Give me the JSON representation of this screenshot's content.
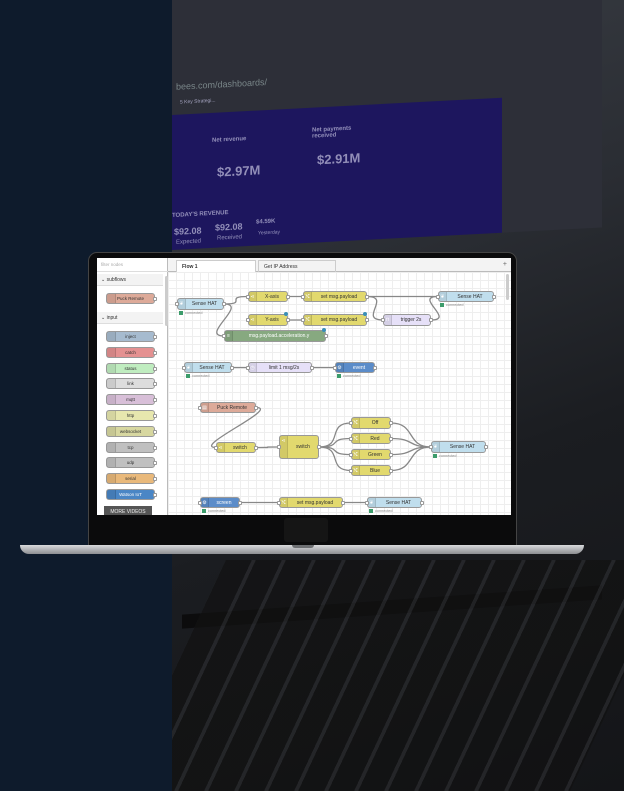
{
  "background": {
    "url_fragment": "bees.com/dashboards/",
    "tab_1": "5 Key Strategi...",
    "cards": [
      {
        "label": "Net revenue",
        "value": "$2.97M"
      },
      {
        "label": "Net payments received",
        "value": "$2.91M"
      }
    ],
    "todays_revenue_label": "TODAY'S REVENUE",
    "today": [
      {
        "value": "$92.08",
        "label": "Expected"
      },
      {
        "value": "$92.08",
        "label": "Received"
      },
      {
        "value": "$4.59K",
        "label": "Yesterday"
      }
    ]
  },
  "editor": {
    "filter_placeholder": "filter nodes",
    "palette": {
      "subflows_label": "subflows",
      "subflows": [
        {
          "label": "Puck Remote",
          "color": "#ddaa99"
        }
      ],
      "input_label": "input",
      "input_nodes": [
        {
          "label": "inject",
          "color": "#a6bbcf"
        },
        {
          "label": "catch",
          "color": "#e49191"
        },
        {
          "label": "status",
          "color": "#c0edc0"
        },
        {
          "label": "link",
          "color": "#dddddd"
        },
        {
          "label": "mqtt",
          "color": "#d8bfd8"
        },
        {
          "label": "http",
          "color": "#e7e7ae"
        },
        {
          "label": "websocket",
          "color": "#d7d7a0"
        },
        {
          "label": "tcp",
          "color": "#c0c0c0"
        },
        {
          "label": "udp",
          "color": "#c0c0c0"
        },
        {
          "label": "serial",
          "color": "#e9b97b"
        },
        {
          "label": "Watson IoT",
          "color": "#4a86c5"
        }
      ]
    },
    "more_videos": "MORE VIDEOS",
    "tabs": [
      {
        "label": "Flow 1",
        "active": true
      },
      {
        "label": "Get IP Address",
        "active": false
      }
    ],
    "add_tab": "+",
    "nodes": [
      {
        "id": "hat1",
        "label": "Sense HAT",
        "color": "#c0deed",
        "icon": "raspberry-icon",
        "status": "connected"
      },
      {
        "id": "xaxis",
        "label": "X-axis",
        "color": "#e2d96e",
        "icon": "switch-icon"
      },
      {
        "id": "set1",
        "label": "set msg.payload",
        "color": "#e2d96e",
        "icon": "change-icon"
      },
      {
        "id": "hatr",
        "label": "Sense HAT",
        "color": "#c0deed",
        "icon": "raspberry-icon",
        "status": "connected"
      },
      {
        "id": "yaxis",
        "label": "Y-axis",
        "color": "#e2d96e",
        "icon": "switch-icon",
        "changed": true
      },
      {
        "id": "set2",
        "label": "set msg.payload",
        "color": "#e2d96e",
        "icon": "change-icon",
        "changed": true
      },
      {
        "id": "trigger",
        "label": "trigger 2s",
        "color": "#e6e0f8",
        "icon": "trigger-icon"
      },
      {
        "id": "accel",
        "label": "msg.payload.acceleration.y",
        "color": "#87a980",
        "icon": "debug-icon",
        "changed": true
      },
      {
        "id": "hat2",
        "label": "Sense HAT",
        "color": "#c0deed",
        "icon": "raspberry-icon",
        "status": "connected"
      },
      {
        "id": "limit",
        "label": "limit 1 msg/2s",
        "color": "#e6e0f8",
        "icon": "timer-icon"
      },
      {
        "id": "event",
        "label": "event",
        "color": "#5b8cc9",
        "icon": "ibm-icon",
        "status": "connected"
      },
      {
        "id": "puck",
        "label": "Puck Remote",
        "color": "#ddaa99",
        "icon": "subflow-icon"
      },
      {
        "id": "sw1",
        "label": "switch",
        "color": "#e2d96e",
        "icon": "switch-icon"
      },
      {
        "id": "sw2",
        "label": "switch",
        "color": "#e2d96e",
        "icon": "switch-icon"
      },
      {
        "id": "off",
        "label": "Off",
        "color": "#e2d96e",
        "icon": "change-icon"
      },
      {
        "id": "red",
        "label": "Red",
        "color": "#e2d96e",
        "icon": "change-icon"
      },
      {
        "id": "green",
        "label": "Green",
        "color": "#e2d96e",
        "icon": "change-icon"
      },
      {
        "id": "blue",
        "label": "Blue",
        "color": "#e2d96e",
        "icon": "change-icon"
      },
      {
        "id": "hat3",
        "label": "Sense HAT",
        "color": "#c0deed",
        "icon": "raspberry-icon",
        "status": "connected"
      },
      {
        "id": "screen",
        "label": "screen",
        "color": "#5b8cc9",
        "icon": "ibm-icon",
        "status": "connected"
      },
      {
        "id": "set3",
        "label": "set msg.payload",
        "color": "#e2d96e",
        "icon": "change-icon"
      },
      {
        "id": "hat4",
        "label": "Sense HAT",
        "color": "#c0deed",
        "icon": "raspberry-icon",
        "status": "connected"
      }
    ],
    "wires": [
      [
        "hat1",
        "xaxis"
      ],
      [
        "hat1",
        "accel"
      ],
      [
        "xaxis",
        "set1"
      ],
      [
        "yaxis",
        "set2"
      ],
      [
        "set1",
        "hatr"
      ],
      [
        "set1",
        "trigger"
      ],
      [
        "trigger",
        "hatr"
      ],
      [
        "hat2",
        "limit"
      ],
      [
        "limit",
        "event"
      ],
      [
        "puck",
        "sw1"
      ],
      [
        "sw1",
        "sw2"
      ],
      [
        "sw2",
        "off"
      ],
      [
        "sw2",
        "red"
      ],
      [
        "sw2",
        "green"
      ],
      [
        "sw2",
        "blue"
      ],
      [
        "off",
        "hat3"
      ],
      [
        "red",
        "hat3"
      ],
      [
        "green",
        "hat3"
      ],
      [
        "blue",
        "hat3"
      ],
      [
        "screen",
        "set3"
      ],
      [
        "set3",
        "hat4"
      ]
    ]
  }
}
